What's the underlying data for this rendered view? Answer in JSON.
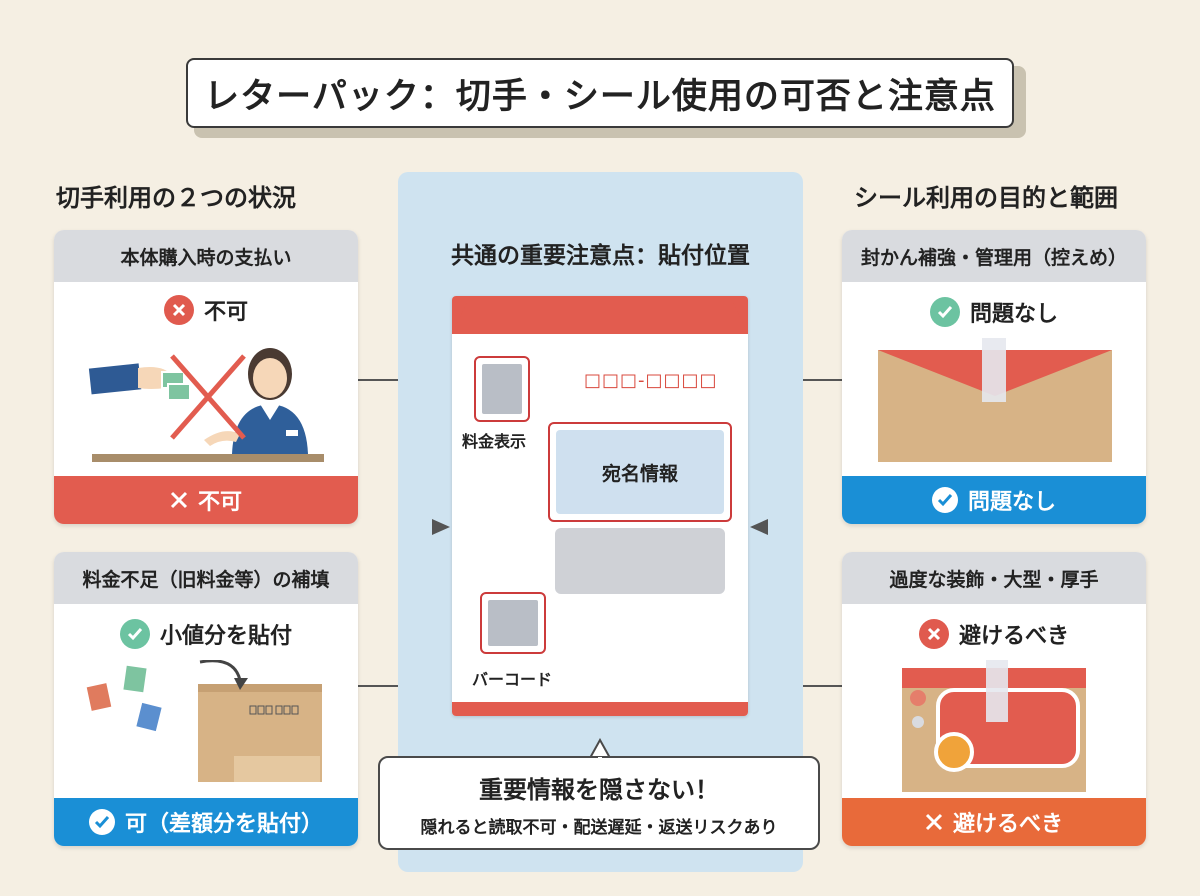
{
  "title": "レターパック：切手・シール使用の可否と注意点",
  "left_heading": "切手利用の２つの状況",
  "right_heading": "シール利用の目的と範囲",
  "center": {
    "heading": "共通の重要注意点：貼付位置",
    "envelope": {
      "stamp_area_label": "料金表示",
      "address_label": "宛名情報",
      "barcode_label": "バーコード",
      "header_marks": "□□□-□□□□"
    },
    "callout": {
      "main": "重要情報を隠さない！",
      "sub": "隠れると読取不可・配送遅延・返送リスクあり"
    }
  },
  "cards": {
    "left_top": {
      "header": "本体購入時の支払い",
      "status": "不可",
      "status_icon": "x-circle-icon",
      "footer": "不可",
      "footer_icon": "x-icon",
      "footer_color": "#e25c4f"
    },
    "left_bottom": {
      "header": "料金不足（旧料金等）の補填",
      "status": "小値分を貼付",
      "status_icon": "check-circle-icon",
      "footer": "可（差額分を貼付）",
      "footer_icon": "check-circle-icon",
      "footer_color": "#1a8fd6"
    },
    "right_top": {
      "header": "封かん補強・管理用（控えめ）",
      "status": "問題なし",
      "status_icon": "check-circle-icon",
      "footer": "問題なし",
      "footer_icon": "check-circle-icon",
      "footer_color": "#1a8fd6"
    },
    "right_bottom": {
      "header": "過度な装飾・大型・厚手",
      "status": "避けるべき",
      "status_icon": "x-circle-icon",
      "footer": "避けるべき",
      "footer_icon": "x-icon",
      "footer_color": "#e86a3a"
    }
  },
  "colors": {
    "background": "#f5efe3",
    "accent_red": "#e25c4f",
    "accent_blue": "#1a8fd6",
    "accent_orange": "#e86a3a",
    "accent_green": "#6cc3a1",
    "panel_blue": "#cfe3f0"
  }
}
